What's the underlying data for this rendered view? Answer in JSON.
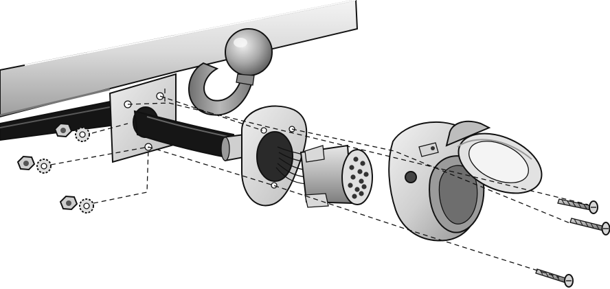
{
  "illustration": {
    "kind": "exploded-assembly",
    "parts": [
      "tow-bar",
      "tow-ball",
      "mounting-plate",
      "cable",
      "rubber-grommet",
      "connector-plug",
      "socket-housing",
      "socket-lid",
      "screw",
      "nut",
      "lock-washer"
    ],
    "colors": {
      "outline": "#111111",
      "metal_light": "#e6e6e6",
      "metal_mid": "#bdbdbd",
      "metal_dark": "#7a7a7a",
      "cable": "#1a1a1a",
      "background": "#ffffff"
    }
  }
}
